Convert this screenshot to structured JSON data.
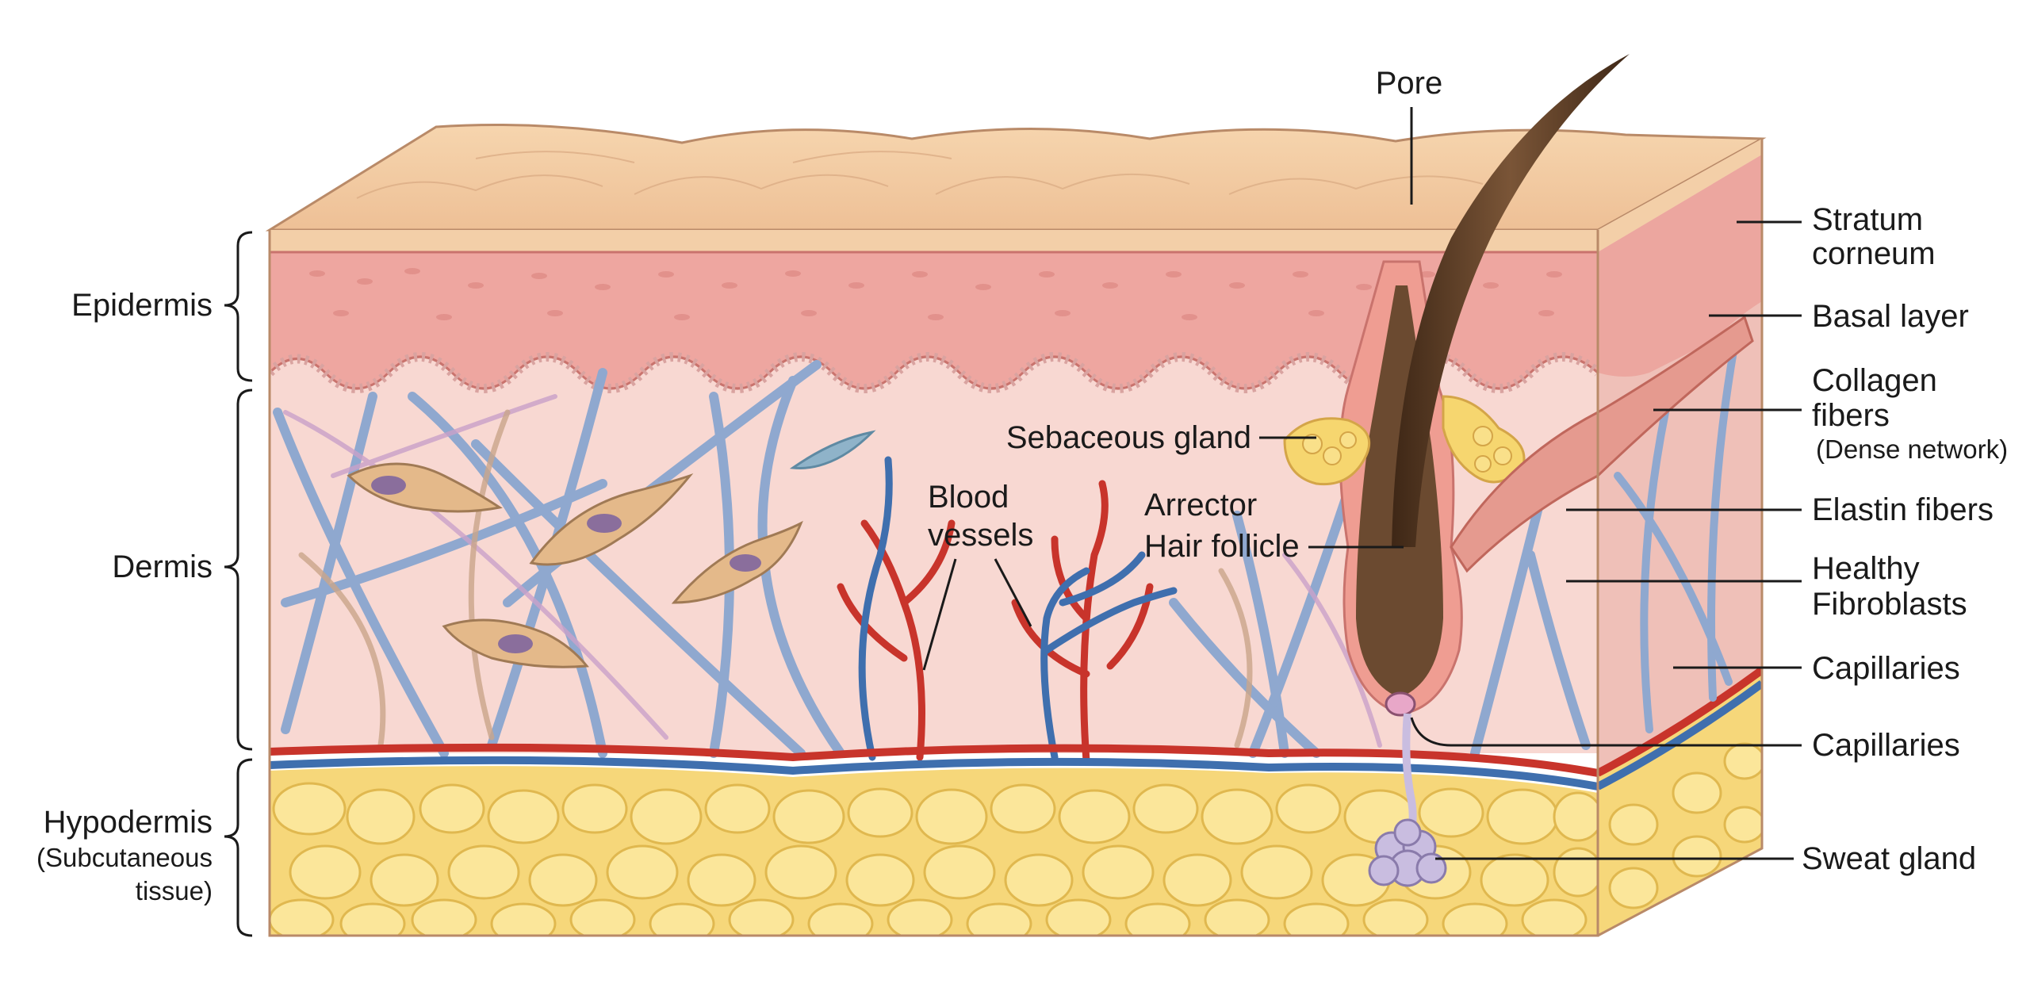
{
  "diagram": {
    "left_labels": {
      "epidermis": "Epidermis",
      "dermis": "Dermis",
      "hypodermis": "Hypodermis",
      "hypodermis_sub1": "(Subcutaneous",
      "hypodermis_sub2": "tissue)"
    },
    "top_labels": {
      "pore": "Pore"
    },
    "center_labels": {
      "sebaceous_gland": "Sebaceous gland",
      "blood_vessels_1": "Blood",
      "blood_vessels_2": "vessels",
      "arrector_1": "Arrector",
      "arrector_2": "Hair follicle"
    },
    "right_labels": {
      "stratum_corneum_1": "Stratum",
      "stratum_corneum_2": "corneum",
      "basal_layer": "Basal layer",
      "collagen_1": "Collagen",
      "collagen_2": "fibers",
      "collagen_3": "(Dense network)",
      "elastin": "Elastin fibers",
      "fibroblasts_1": "Healthy",
      "fibroblasts_2": "Fibroblasts",
      "capillaries_a": "Capillaries",
      "capillaries_b": "Capillaries",
      "sweat_gland": "Sweat gland"
    },
    "colors": {
      "skin_top": "#f2c9a0",
      "epidermis": "#eea6a0",
      "dermis": "#f8d8d2",
      "fat": "#f6d77a",
      "fat_blob": "#fbe69a",
      "artery": "#c8342b",
      "vein": "#3f6fae",
      "collagen": "#8fa8cf",
      "hair": "#5a3c26",
      "sweat_gland": "#c9bde0"
    }
  }
}
